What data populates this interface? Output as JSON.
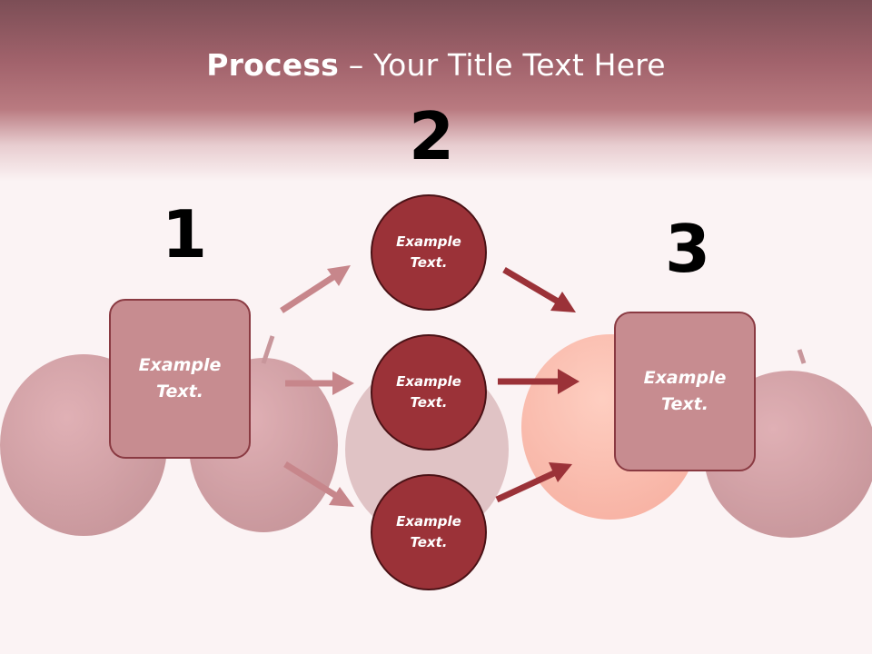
{
  "title": {
    "bold": "Process",
    "rest": " – Your Title Text Here"
  },
  "steps": {
    "one": "1",
    "two": "2",
    "three": "3"
  },
  "boxes": {
    "left": "Example\nText.",
    "right": "Example\nText."
  },
  "circles": {
    "top": "Example\nText.",
    "middle": "Example\nText.",
    "bottom": "Example\nText."
  },
  "colors": {
    "header": "#a2636c",
    "box_fill": "#c78c90",
    "circle_fill": "#9b3238",
    "arrow_light": "#c7868b",
    "arrow_dark": "#9b3238"
  },
  "background": {
    "subject": "apples-and-orange"
  }
}
